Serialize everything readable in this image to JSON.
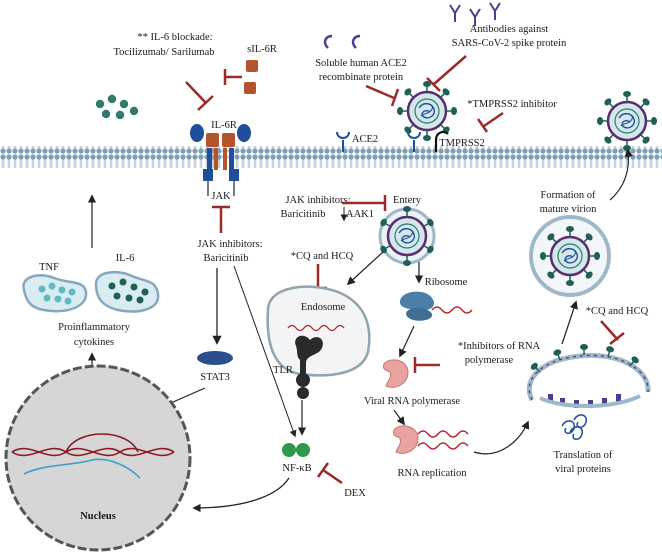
{
  "labels": {
    "il6_blockade_1": "** IL-6 blockade:",
    "il6_blockade_2": "Tocilizumab/ Sarilumab",
    "sil6r": "sIL-6R",
    "il6r": "IL-6R",
    "jak": "JAK",
    "jak_inh_left_1": "JAK inhibitors:",
    "jak_inh_left_2": "Baricitinib",
    "stat3": "STAT3",
    "tnf": "TNF",
    "il6": "IL-6",
    "proinflam_1": "Proinflammatory",
    "proinflam_2": "cytokines",
    "nucleus": "Nucleus",
    "soluble_ace2_1": "Soluble human ACE2",
    "soluble_ace2_2": "recombinate protein",
    "antibodies_1": "Antibodies against",
    "antibodies_2": "SARS-CoV-2 spike protein",
    "tmprss2_inh": "*TMPRSS2 inhibitor",
    "ace2": "ACE2",
    "tmprss2": "TMPRSS2",
    "jak_inh_mid_1": "JAK inhibitors:",
    "jak_inh_mid_2": "Baricitinib",
    "aak1": "AAK1",
    "entery": "Entery",
    "cq_hcq_left": "*CQ and HCQ",
    "endosome": "Endosome",
    "tlr": "TLR",
    "nfkb": "NF-κB",
    "dex": "DEX",
    "ribosome": "Ribosome",
    "rna_inh_1": "*Inhibitors of RNA",
    "rna_inh_2": "polymerase",
    "viral_rna_pol": "Viral RNA polymerase",
    "rna_replication": "RNA replication",
    "translation_1": "Translation of",
    "translation_2": "viral proteins",
    "cq_hcq_right": "*CQ and HCQ",
    "formation_1": "Formation of",
    "formation_2": "mature virion"
  },
  "colors": {
    "membrane_head": "#7d9fb5",
    "membrane_tail": "#c9d8e2",
    "inhibitor_red": "#9b2a2a",
    "receptor_blue": "#1f4e9c",
    "receptor_brown": "#b5542c",
    "virus_teal": "#2f7a6c",
    "virus_purple": "#5b2d6e",
    "dark_teal": "#1f5f55",
    "nucleus_gray": "#d6d6d6",
    "stat3_blue": "#2b4f8e",
    "ribosome_blue": "#4b7fa8",
    "polymerase_pink": "#e9a3a0",
    "nfkb_green": "#2f9a4d",
    "rna_red": "#b8232b"
  }
}
